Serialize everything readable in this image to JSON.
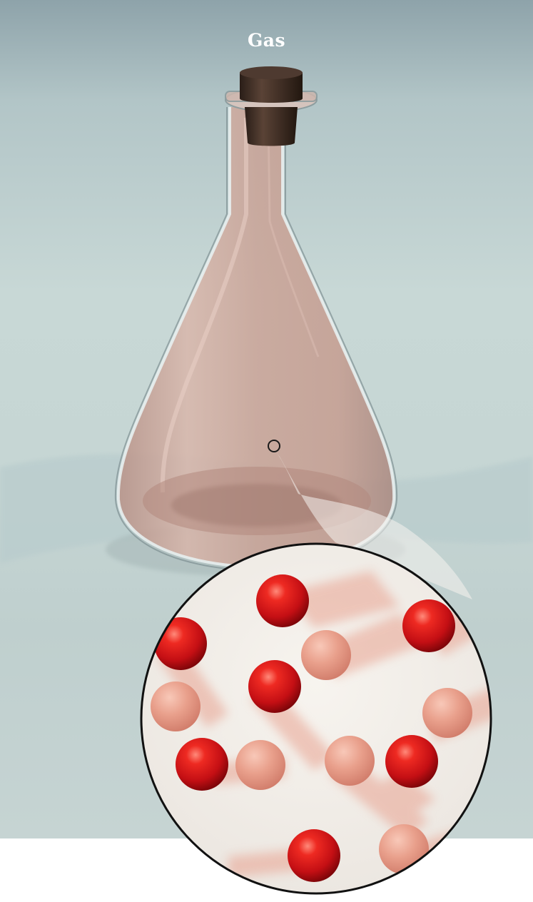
{
  "figure": {
    "label": "Gas"
  },
  "colors": {
    "background_top": "#8fa6ad",
    "background_mid": "#c9d8d6",
    "flask_tint": "#c9a498",
    "stopper": "#3a2a22",
    "molecule_fast": "#d3141a",
    "molecule_faded": "#e89a8a",
    "magnifier_fill": "#f2efea"
  },
  "icons": {
    "focus_marker": "small-circle",
    "magnifier": "zoom-circle"
  }
}
